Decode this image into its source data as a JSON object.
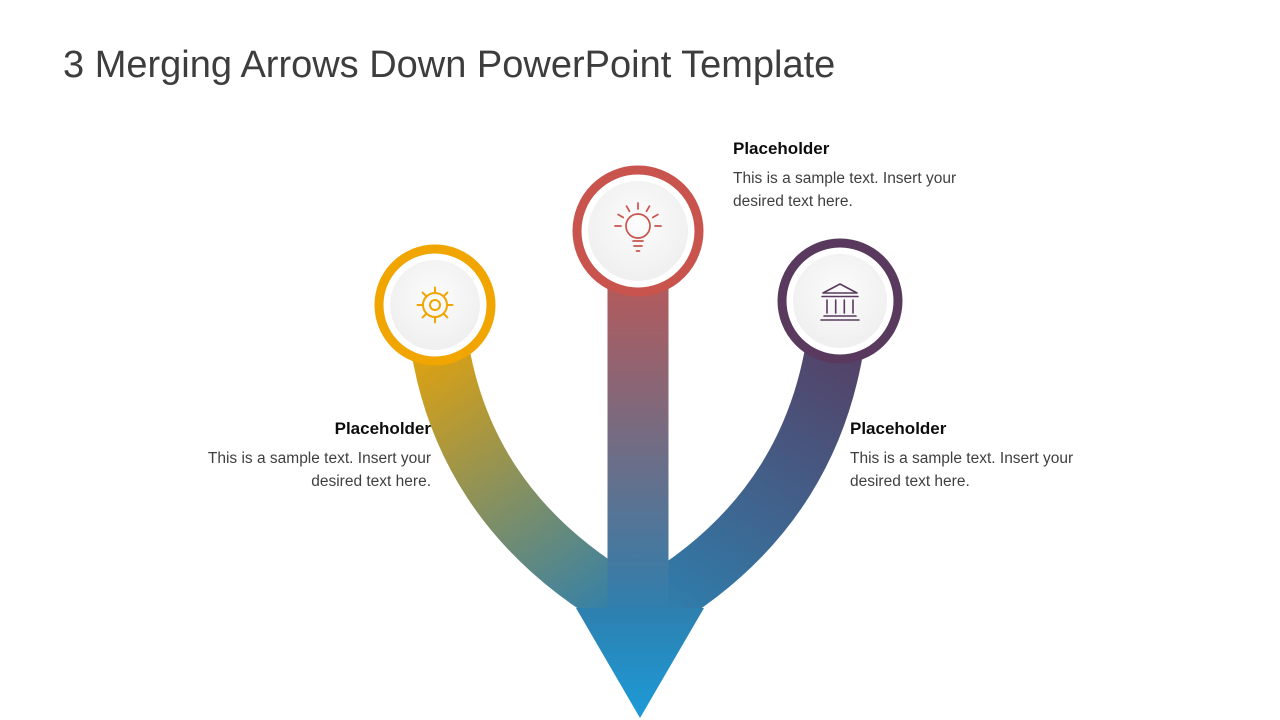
{
  "slide": {
    "title": "3 Merging Arrows Down PowerPoint Template"
  },
  "placeholders": {
    "top": {
      "heading": "Placeholder",
      "body": "This is a sample text. Insert your desired text here."
    },
    "left": {
      "heading": "Placeholder",
      "body": "This is a sample text. Insert your desired text here."
    },
    "right": {
      "heading": "Placeholder",
      "body": "This is a sample text. Insert your desired text here."
    }
  },
  "icons": {
    "left": "gear-icon",
    "center": "lightbulb-icon",
    "right": "bank-icon"
  },
  "colors": {
    "yellow": "#F0A500",
    "red": "#C9544E",
    "purple": "#593A5E",
    "merge_blue": "#2E7FAE",
    "arrow_blue": "#1C9BD8",
    "title_text": "#3D3D3D",
    "body_text": "#3F3F3F",
    "circle_inner": "#F4F4F4"
  }
}
